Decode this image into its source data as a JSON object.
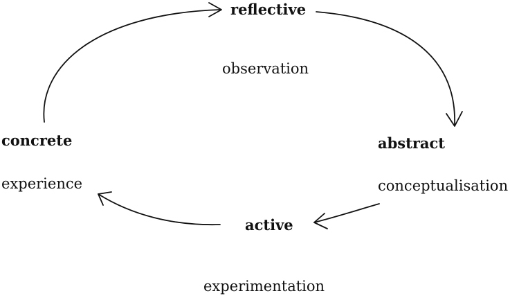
{
  "cycle": {
    "stages": [
      {
        "id": "reflective",
        "title": "reflective",
        "subtitle": "observation"
      },
      {
        "id": "abstract",
        "title": "abstract",
        "subtitle": "conceptualisation"
      },
      {
        "id": "active",
        "title": "active",
        "subtitle": "experimentation"
      },
      {
        "id": "concrete",
        "title": "concrete",
        "subtitle": "experience"
      }
    ],
    "arrows": [
      {
        "from": "concrete",
        "to": "reflective"
      },
      {
        "from": "reflective",
        "to": "abstract"
      },
      {
        "from": "abstract",
        "to": "active"
      },
      {
        "from": "active",
        "to": "concrete"
      }
    ]
  },
  "colors": {
    "ink": "#111111",
    "background": "#ffffff"
  }
}
